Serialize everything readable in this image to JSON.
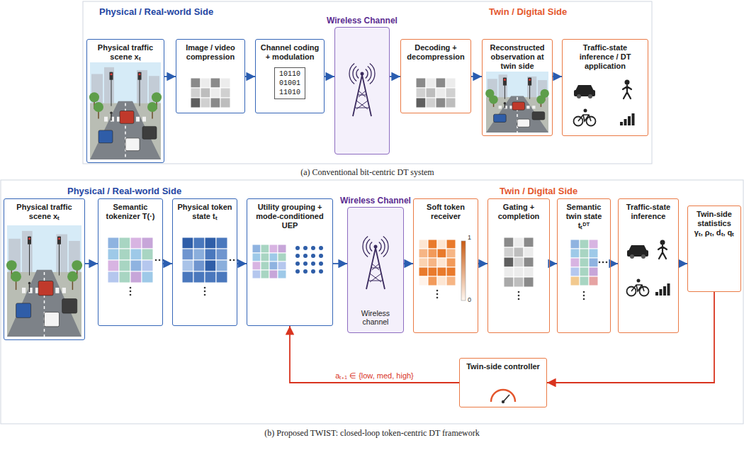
{
  "diagram": {
    "nodes": [
      {
        "text": [
          "Physical traffic scene xₜ"
        ]
      },
      {
        "text": [
          "Image / video compression"
        ]
      },
      {
        "text": [
          "Channel coding + modulation",
          "10110 01001 11010"
        ]
      },
      {
        "text": [
          "Wireless Channel"
        ]
      },
      {
        "text": [
          "Decoding + decompression"
        ]
      },
      {
        "text": [
          "Reconstructed observation at twin side"
        ]
      },
      {
        "text": [
          "Traffic-state inference / DT application"
        ]
      },
      {
        "text": [
          "Physical traffic scene xₜ"
        ]
      },
      {
        "text": [
          "Semantic tokenizer T(·)"
        ]
      },
      {
        "text": [
          "Physical token state tₜ"
        ]
      },
      {
        "text": [
          "Utility grouping + mode-conditioned UEP"
        ]
      },
      {
        "text": [
          "Wireless Channel",
          "Wireless channel"
        ]
      },
      {
        "text": [
          "Soft token receiver"
        ]
      },
      {
        "text": [
          "Gating + completion"
        ]
      },
      {
        "text": [
          "Semantic twin state tₜᴰᵀ"
        ]
      },
      {
        "text": [
          "Traffic-state inference"
        ]
      },
      {
        "text": [
          "Twin-side statistics",
          "γₜ, ρₜ, dₜ, qₜ"
        ]
      },
      {
        "text": [
          "Twin-side controller"
        ]
      }
    ],
    "edges": [
      {
        "from": 0,
        "to": 1,
        "arrow": "to"
      },
      {
        "from": 1,
        "to": 2,
        "arrow": "to"
      },
      {
        "from": 2,
        "to": 3,
        "arrow": "to"
      },
      {
        "from": 3,
        "to": 4,
        "arrow": "to"
      },
      {
        "from": 4,
        "to": 5,
        "arrow": "to"
      },
      {
        "from": 5,
        "to": 6,
        "arrow": "to"
      },
      {
        "from": 7,
        "to": 8,
        "arrow": "to"
      },
      {
        "from": 8,
        "to": 9,
        "arrow": "to"
      },
      {
        "from": 9,
        "to": 10,
        "arrow": "to"
      },
      {
        "from": 10,
        "to": 11,
        "arrow": "to"
      },
      {
        "from": 11,
        "to": 12,
        "arrow": "to"
      },
      {
        "from": 12,
        "to": 13,
        "arrow": "to"
      },
      {
        "from": 13,
        "to": 14,
        "arrow": "to"
      },
      {
        "from": 14,
        "to": 15,
        "arrow": "to"
      },
      {
        "from": 15,
        "to": 16,
        "arrow": "to"
      },
      {
        "from": 16,
        "to": 17,
        "arrow": "to"
      },
      {
        "from": 17,
        "to": 10,
        "label": "aₜ₊₁ ∈ {low, med, high}",
        "arrow": "to"
      }
    ],
    "labels": [
      "Physical / Real-world Side",
      "Twin / Digital Side",
      "(a) Conventional bit-centric DT system",
      "Physical / Real-world Side",
      "Twin / Digital Side",
      "1",
      "0",
      "(b) Proposed TWIST: closed-loop token-centric DT framework"
    ]
  }
}
